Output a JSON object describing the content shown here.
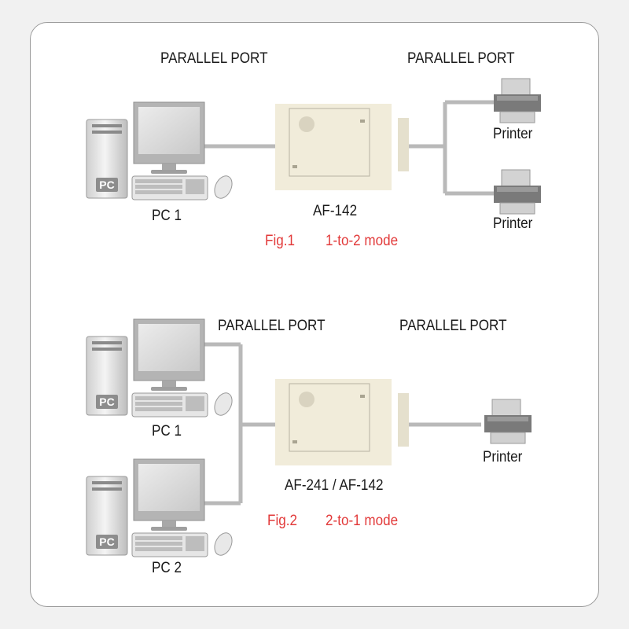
{
  "fig1": {
    "port_left": "PARALLEL PORT",
    "port_right": "PARALLEL PORT",
    "pc_label": "PC 1",
    "device_label": "AF-142",
    "printer_1": "Printer",
    "printer_2": "Printer",
    "caption_num": "Fig.1",
    "caption_mode": "1-to-2 mode"
  },
  "fig2": {
    "port_left": "PARALLEL PORT",
    "port_right": "PARALLEL PORT",
    "pc1_label": "PC 1",
    "pc2_label": "PC 2",
    "device_label": "AF-241 / AF-142",
    "printer": "Printer",
    "caption_num": "Fig.2",
    "caption_mode": "2-to-1 mode"
  },
  "pc_case_text": "PC",
  "colors": {
    "device_body": "#f1ecda",
    "cable": "#b9b9b9",
    "caption": "#e23a3a",
    "panel_border": "#9a9a9a"
  }
}
